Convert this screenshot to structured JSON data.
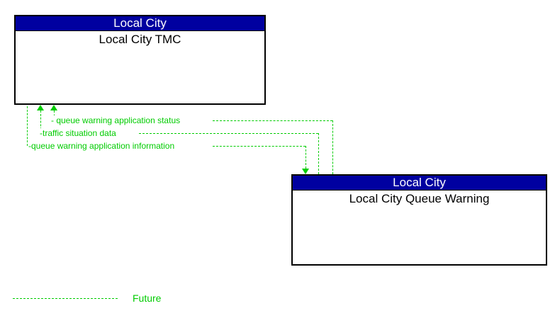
{
  "colors": {
    "entity_header_bg": "#0000A0",
    "entity_header_text": "#FFFFFF",
    "entity_border": "#000000",
    "flow_green": "#00CC00",
    "background": "#FFFFFF"
  },
  "entities": [
    {
      "group": "Local City",
      "name": "Local City TMC"
    },
    {
      "group": "Local City",
      "name": "Local City Queue Warning"
    }
  ],
  "flows": [
    {
      "label": "- queue warning application status",
      "from": "Local City Queue Warning",
      "to": "Local City TMC",
      "status": "future"
    },
    {
      "label": "-traffic situation data",
      "from": "Local City Queue Warning",
      "to": "Local City TMC",
      "status": "future"
    },
    {
      "label": "-queue warning application information",
      "from": "Local City TMC",
      "to": "Local City Queue Warning",
      "status": "future"
    }
  ],
  "legend": {
    "line_style": "dashed",
    "label": "Future"
  }
}
